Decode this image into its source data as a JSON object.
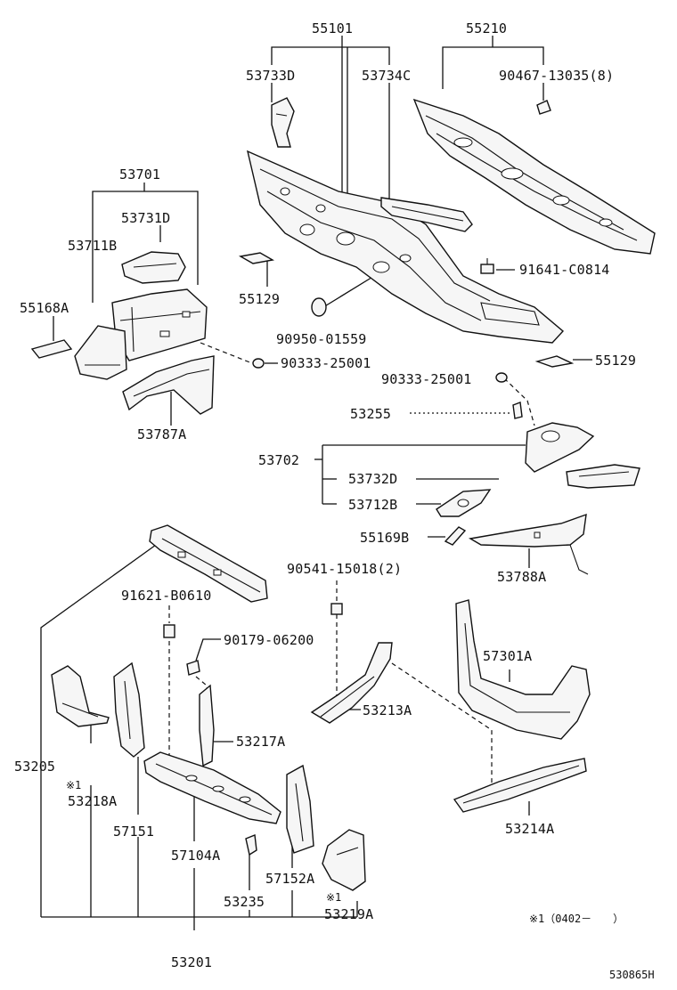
{
  "labels": {
    "p55101": "55101",
    "p55210": "55210",
    "p53733D": "53733D",
    "p53734C": "53734C",
    "p90467": "90467-13035(8)",
    "p53701": "53701",
    "p53731D": "53731D",
    "p53711B": "53711B",
    "p55168A": "55168A",
    "p55129a": "55129",
    "p91641": "91641-C0814",
    "p90950": "90950-01559",
    "p55129b": "55129",
    "p90333a": "90333-25001",
    "p90333b": "90333-25001",
    "p53787A": "53787A",
    "p53255": "53255",
    "p53702": "53702",
    "p53732D": "53732D",
    "p53712B": "53712B",
    "p55169B": "55169B",
    "p53788A": "53788A",
    "p90541": "90541-15018(2)",
    "p91621": "91621-B0610",
    "p90179": "90179-06200",
    "p57301A": "57301A",
    "p53213A": "53213A",
    "p53217A": "53217A",
    "p53205": "53205",
    "mark1a": "※1",
    "p53218A": "53218A",
    "p57151": "57151",
    "p57104A": "57104A",
    "p53214A": "53214A",
    "p57152A": "57152A",
    "p53235": "53235",
    "mark1b": "※1",
    "p53219A": "53219A",
    "p53201": "53201",
    "footnote": "※1（0402－　　）",
    "diagram_id": "530865H"
  }
}
